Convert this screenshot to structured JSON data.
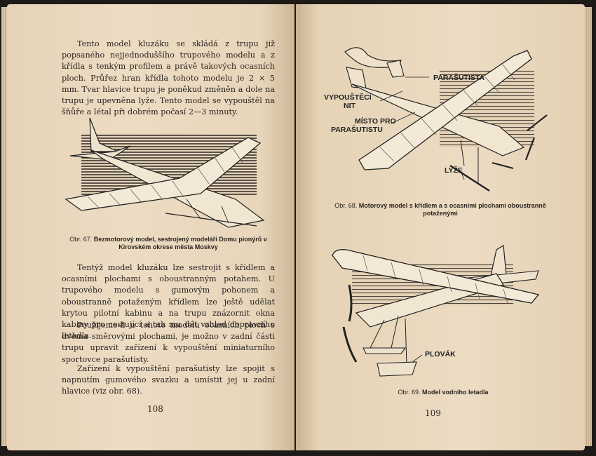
{
  "left_page": {
    "paragraphs": [
      "Tento model kluzáku se skládá z trupu již popsaného nejjednoduššího trupového modelu a z křídla s tenkým profilem a právě takových ocasních ploch. Průřez hran křídla tohoto modelu je 2 × 5 mm. Tvar hlavice trupu je poněkud změněn a dole na trupu je upevněna lyže. Tento model se vypouštěl na šňůře a létal při dobrém počasí 2—3 minuty.",
      "Tentýž model kluzáku lze sestrojit s křídlem a ocasními plochami s oboustranným potahem. U trupového modelu s gumovým pohonem a oboustranně potaženým křídlem lze ještě udělat krytou pilotní kabinu a na trupu znázornit okna kabiny pro cestující a tak mu dát vzhled dopravního letadla.",
      "Použijeme-li u tohoto modelu ocasních ploch s dvěma směrovými plochami, je možno v zadní části trupu upravit zařízení k vypouštění miniaturního sportovce parašutisty.",
      "Zařízení k vypouštění parašutisty lze spojit s napnutím gumového svazku a umístit jej u zadní hlavice (viz obr. 68)."
    ],
    "figure_caption_prefix": "Obr. 67.",
    "figure_caption": "Bezmotorový model, sestrojený modeláři Domu pionýrů v Kirovském okrese města Moskvy",
    "page_number": "108"
  },
  "right_page": {
    "fig68_labels": {
      "parachutist": "PARAŠUTISTA",
      "release_line1": "VYPOUŠTĚCÍ",
      "release_line2": "NIT",
      "place_line1": "MÍSTO PRO",
      "place_line2": "PARAŠUTISTU",
      "ski": "LYŽE"
    },
    "fig68_caption_prefix": "Obr. 68.",
    "fig68_caption": "Motorový model s křídlem a s ocasními plochami oboustranně potaženými",
    "fig69_label": "PLOVÁK",
    "fig69_caption_prefix": "Obr. 69.",
    "fig69_caption": "Model vodního letadla",
    "page_number": "109"
  }
}
